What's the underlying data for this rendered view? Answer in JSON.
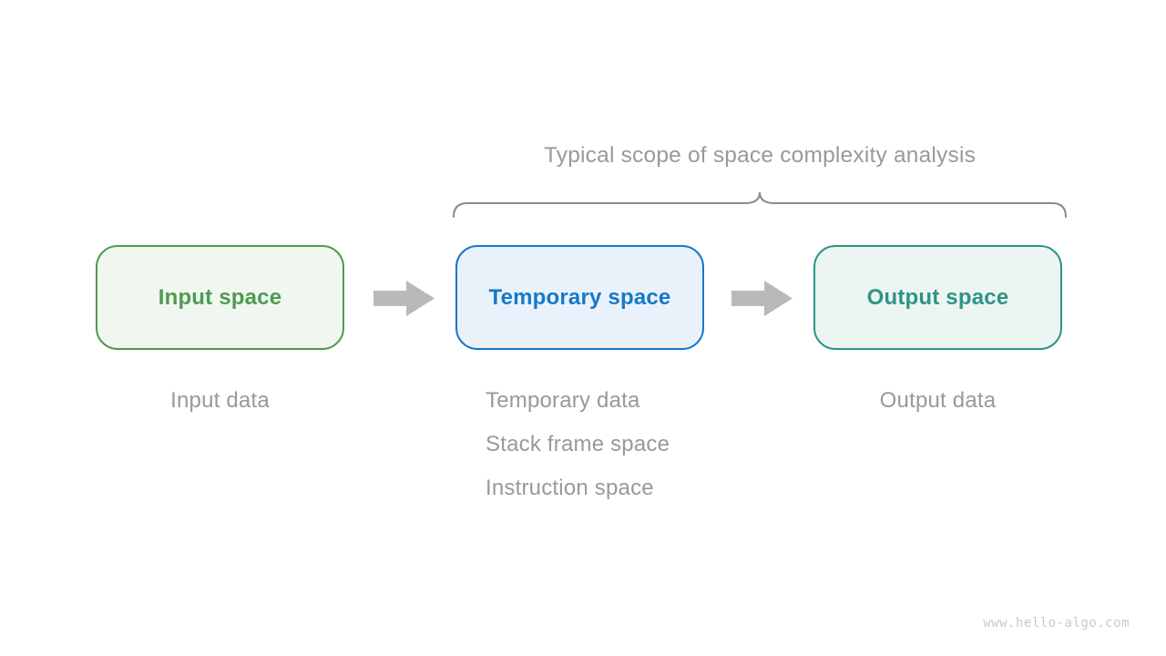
{
  "title": "Typical scope of space complexity analysis",
  "boxes": {
    "input": {
      "label": "Input space"
    },
    "temporary": {
      "label": "Temporary space"
    },
    "output": {
      "label": "Output space"
    }
  },
  "notes": {
    "input": "Input data",
    "temporary": [
      "Temporary data",
      "Stack frame space",
      "Instruction space"
    ],
    "output": "Output data"
  },
  "icons": {
    "arrow_right": "right-block-arrow",
    "brace": "horizontal-curly-brace"
  },
  "watermark": "www.hello-algo.com",
  "colors": {
    "green": "#4e9b52",
    "green_fill": "#f0f7f0",
    "blue": "#1778c8",
    "blue_fill": "#e9f2fb",
    "teal": "#2e9486",
    "teal_fill": "#ecf5f2",
    "arrow_gray": "#b9b9b9",
    "brace_gray": "#8a8a8a",
    "gray_text": "#999999",
    "watermark_gray": "#c9c9c9"
  }
}
